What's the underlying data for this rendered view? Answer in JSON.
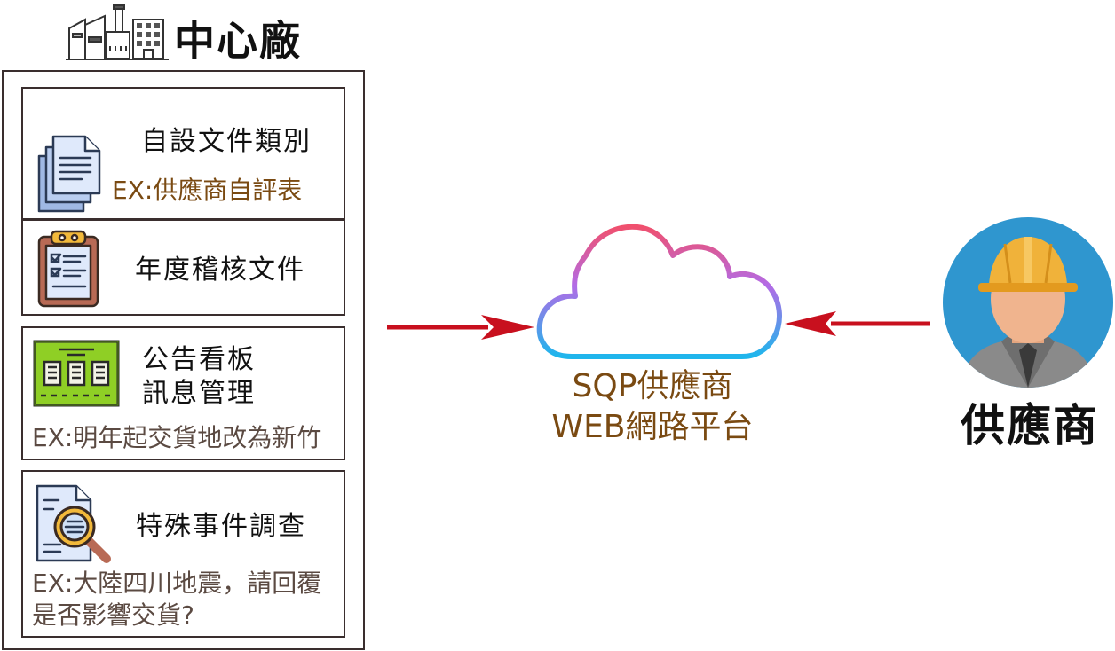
{
  "headquarters": {
    "title": "中心廠",
    "icon": "factory-icon"
  },
  "cards": {
    "custom_docs": {
      "title": "自設文件類別",
      "example": "EX:供應商自評表",
      "icon": "documents-icon"
    },
    "annual_audit": {
      "title": "年度稽核文件",
      "icon": "clipboard-checklist-icon"
    },
    "bulletin": {
      "title_line1": "公告看板",
      "title_line2": "訊息管理",
      "example": "EX:明年起交貨地改為新竹",
      "icon": "bulletin-board-icon"
    },
    "special_event": {
      "title": "特殊事件調查",
      "example_line1": "EX:大陸四川地震，請回覆",
      "example_line2": "是否影響交貨?",
      "icon": "document-search-icon"
    }
  },
  "platform": {
    "line1": "SQP供應商",
    "line2": "WEB網路平台",
    "icon": "cloud-icon"
  },
  "supplier": {
    "label": "供應商",
    "icon": "worker-avatar-icon"
  },
  "colors": {
    "arrow": "#c8101e",
    "platform_text": "#7a4a12",
    "example_text_brown": "#7a4a12",
    "example_text_gray": "#5b4a42",
    "avatar_background": "#2f96cf",
    "helmet": "#f0b23a"
  }
}
